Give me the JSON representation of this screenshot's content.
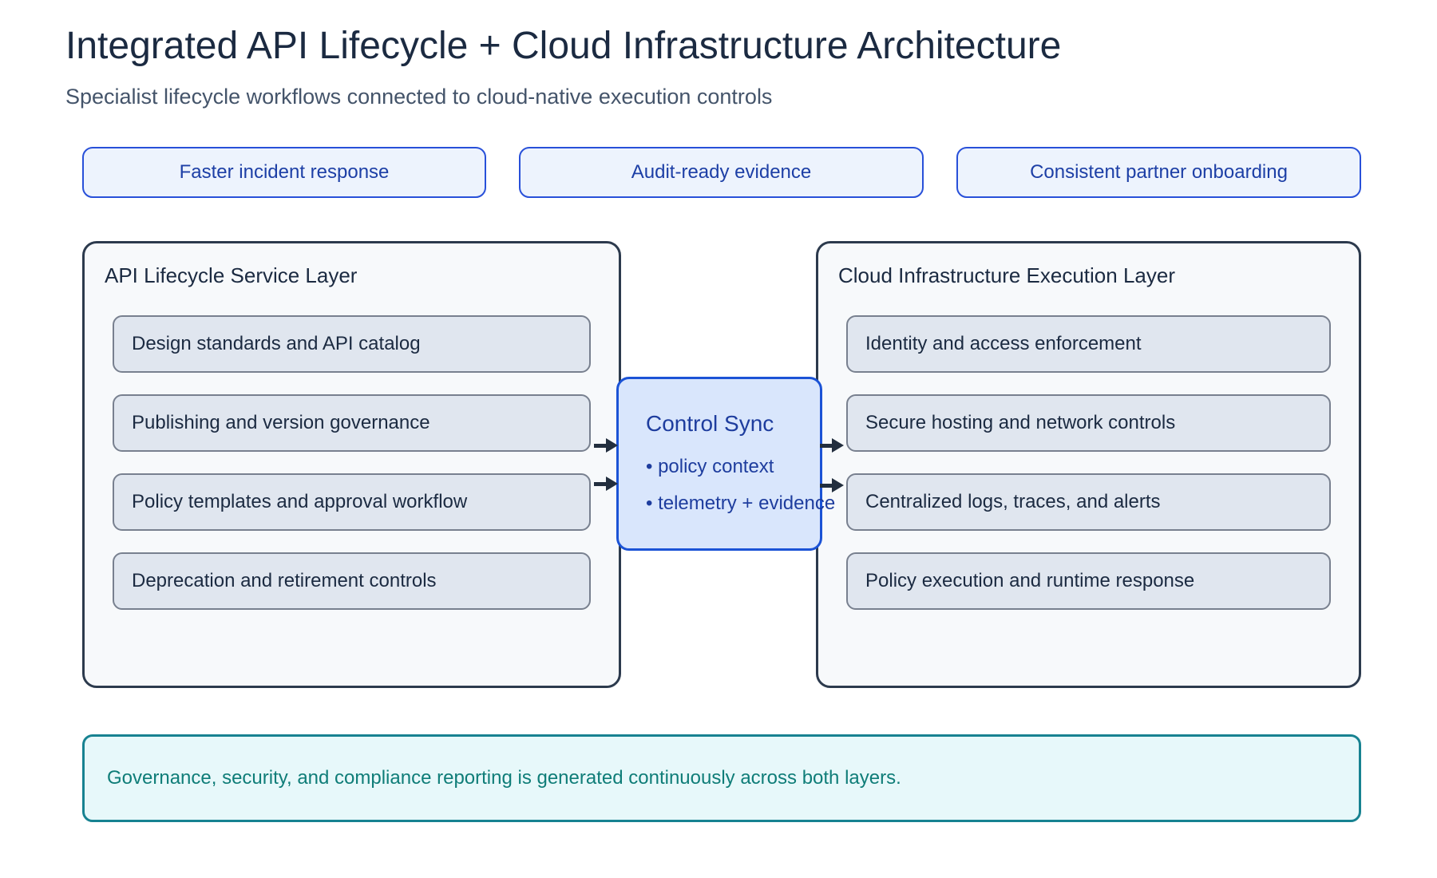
{
  "page": {
    "title": "Integrated API Lifecycle + Cloud Infrastructure Architecture",
    "subtitle": "Specialist lifecycle workflows connected to cloud-native execution controls"
  },
  "badges": [
    "Faster incident response",
    "Audit-ready evidence",
    "Consistent partner onboarding"
  ],
  "left_layer": {
    "title": "API Lifecycle Service Layer",
    "items": [
      "Design standards and API catalog",
      "Publishing and version governance",
      "Policy templates and approval workflow",
      "Deprecation and retirement controls"
    ]
  },
  "right_layer": {
    "title": "Cloud Infrastructure Execution Layer",
    "items": [
      "Identity and access enforcement",
      "Secure hosting and network controls",
      "Centralized logs, traces, and alerts",
      "Policy execution and runtime response"
    ]
  },
  "control_sync": {
    "title": "Control Sync",
    "bullets": [
      "• policy context",
      "• telemetry + evidence"
    ]
  },
  "footer_note": "Governance, security, and compliance reporting is generated continuously across both layers.",
  "colors": {
    "title_text": "#1b2a41",
    "subtitle_text": "#44546a",
    "badge_border": "#2850d9",
    "badge_bg": "#edf3fd",
    "badge_text": "#1d3fa6",
    "layer_bg": "#f7f9fb",
    "layer_border": "#2c3a4d",
    "item_bg": "#e0e6ef",
    "item_border": "#78808f",
    "sync_bg": "#d9e6fc",
    "sync_border": "#1b53d6",
    "sync_text": "#1e3d9e",
    "arrow": "#222e3e",
    "banner_bg": "#e7f8fa",
    "banner_border": "#178291",
    "banner_text": "#0f7d78"
  }
}
